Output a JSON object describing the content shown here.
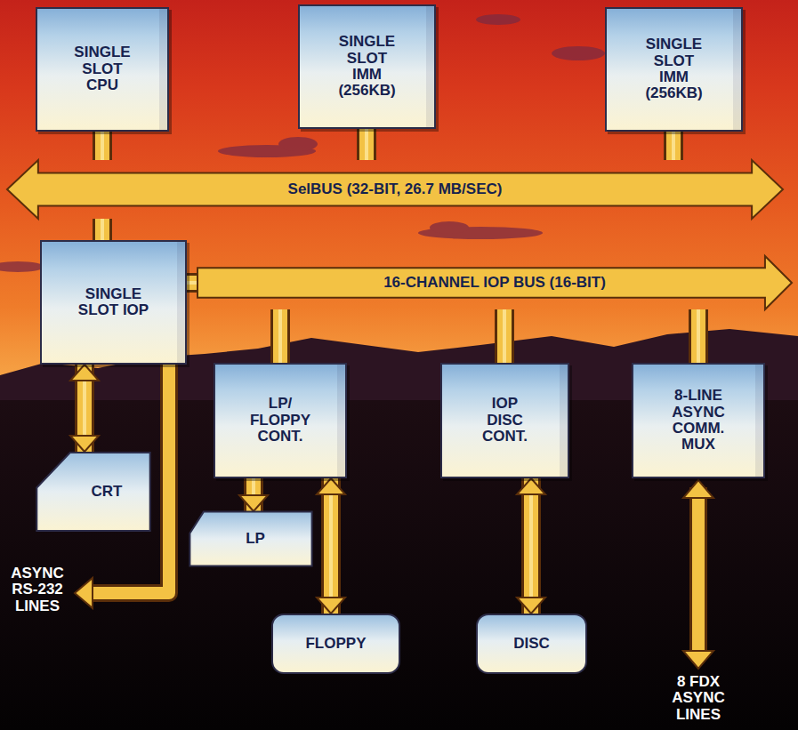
{
  "diagram": {
    "nodes": [
      {
        "text": [
          "SINGLE SLOT CPU"
        ]
      },
      {
        "text": [
          "SINGLE SLOT IMM (256KB)"
        ]
      },
      {
        "text": [
          "SINGLE SLOT IMM (256KB)"
        ]
      },
      {
        "text": [
          "SelBUS (32-BIT, 26.7 MB/SEC)"
        ]
      },
      {
        "text": [
          "SINGLE SLOT IOP"
        ]
      },
      {
        "text": [
          "16-CHANNEL IOP BUS (16-BIT)"
        ]
      },
      {
        "text": [
          "LP/ FLOPPY CONT."
        ]
      },
      {
        "text": [
          "IOP DISC CONT."
        ]
      },
      {
        "text": [
          "8-LINE ASYNC COMM. MUX"
        ]
      },
      {
        "text": [
          "CRT"
        ]
      },
      {
        "text": [
          "LP"
        ]
      },
      {
        "text": [
          "FLOPPY"
        ]
      },
      {
        "text": [
          "DISC"
        ]
      }
    ],
    "edges": [
      {
        "from": 0,
        "to": 3,
        "arrow": "none"
      },
      {
        "from": 1,
        "to": 3,
        "arrow": "none"
      },
      {
        "from": 2,
        "to": 3,
        "arrow": "none"
      },
      {
        "from": 3,
        "to": 4,
        "arrow": "none"
      },
      {
        "from": 4,
        "to": 5,
        "arrow": "none"
      },
      {
        "from": 5,
        "to": 6,
        "arrow": "none"
      },
      {
        "from": 5,
        "to": 7,
        "arrow": "none"
      },
      {
        "from": 5,
        "to": 8,
        "arrow": "none"
      },
      {
        "from": 4,
        "to": 9,
        "arrow": "both"
      },
      {
        "from": 6,
        "to": 10,
        "arrow": "to"
      },
      {
        "from": 6,
        "to": 11,
        "arrow": "both"
      },
      {
        "from": 7,
        "to": 12,
        "arrow": "both"
      }
    ],
    "labels": [
      "ASYNC RS-232 LINES",
      "8 FDX ASYNC LINES"
    ]
  }
}
